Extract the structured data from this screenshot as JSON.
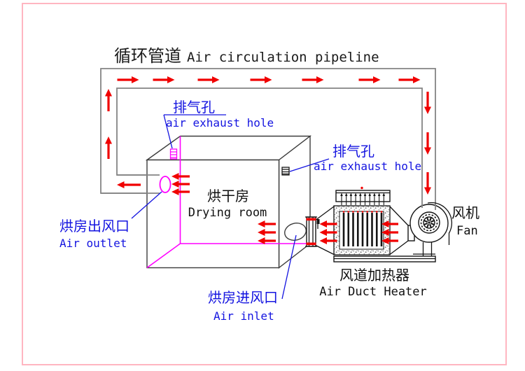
{
  "title": {
    "zh": "循环管道",
    "en": "Air circulation pipeline"
  },
  "labels": {
    "exhaust_hole_top": {
      "zh": "排气孔",
      "en": "air exhaust hole"
    },
    "exhaust_hole_right": {
      "zh": "排气孔",
      "en": "air exhaust hole"
    },
    "air_outlet": {
      "zh": "烘房出风口",
      "en": "Air outlet"
    },
    "air_inlet": {
      "zh": "烘房进风口",
      "en": "Air inlet"
    },
    "drying_room": {
      "zh": "烘干房",
      "en": "Drying room"
    },
    "air_duct_heater": {
      "zh": "风道加热器",
      "en": "Air Duct Heater"
    },
    "fan": {
      "zh": "风机",
      "en": "Fan"
    }
  },
  "colors": {
    "red": "#f00000",
    "blue": "#1414e0",
    "magenta": "#ff00ff",
    "gray": "#848484",
    "edge": "#3c3c3c",
    "black": "#141414",
    "border_pink": "#ffb6c1"
  }
}
